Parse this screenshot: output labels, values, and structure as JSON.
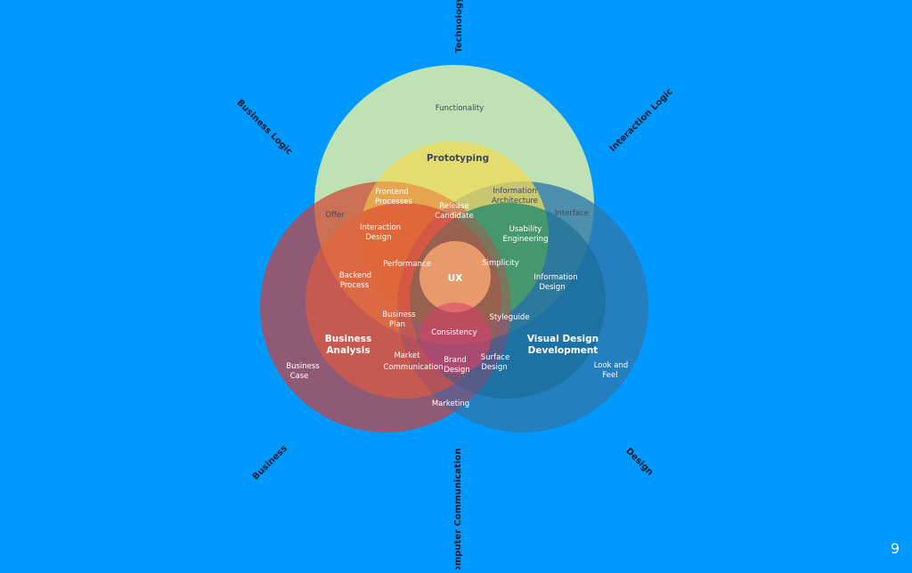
{
  "axes": {
    "technology": "Technology",
    "interaction_logic": "Interaction Logic",
    "design": "Design",
    "computer_communication": "Computer Communication",
    "business": "Business",
    "business_logic": "Business Logic"
  },
  "labels": {
    "functionality": "Functionality",
    "prototyping": "Prototyping",
    "frontend_1": "Frontend",
    "frontend_2": "Processes",
    "info_arch_1": "Information",
    "info_arch_2": "Architecture",
    "release_1": "Release",
    "release_2": "Candidate",
    "offer": "Offer",
    "interface": "Interface",
    "interaction_1": "Interaction",
    "interaction_2": "Design",
    "usability_1": "Usability",
    "usability_2": "Engineering",
    "performance": "Performance",
    "simplicity": "Simplicity",
    "ux": "UX",
    "backend_1": "Backend",
    "backend_2": "Process",
    "info_design_1": "Information",
    "info_design_2": "Design",
    "business_plan_1": "Business",
    "business_plan_2": "Plan",
    "styleguide": "Styleguide",
    "consistency": "Consistency",
    "business_analysis_1": "Business",
    "business_analysis_2": "Analysis",
    "visual_design_1": "Visual Design",
    "visual_design_2": "Development",
    "market_1": "Market",
    "market_2": "Communication",
    "brand_1": "Brand",
    "brand_2": "Design",
    "surface_1": "Surface",
    "surface_2": "Design",
    "business_case_1": "Business",
    "business_case_2": "Case",
    "look_feel_1": "Look and",
    "look_feel_2": "Feel",
    "marketing": "Marketing"
  },
  "page_number": "9",
  "colors": {
    "background": "#0099ff",
    "outer_top": "#bfe3a8",
    "outer_left": "#c0504d",
    "outer_right": "#2e7fb0",
    "inner_top": "#f3e36a",
    "inner_left": "#e0603a",
    "inner_right": "#1f6f9a",
    "ux_center": "#f0a070"
  }
}
